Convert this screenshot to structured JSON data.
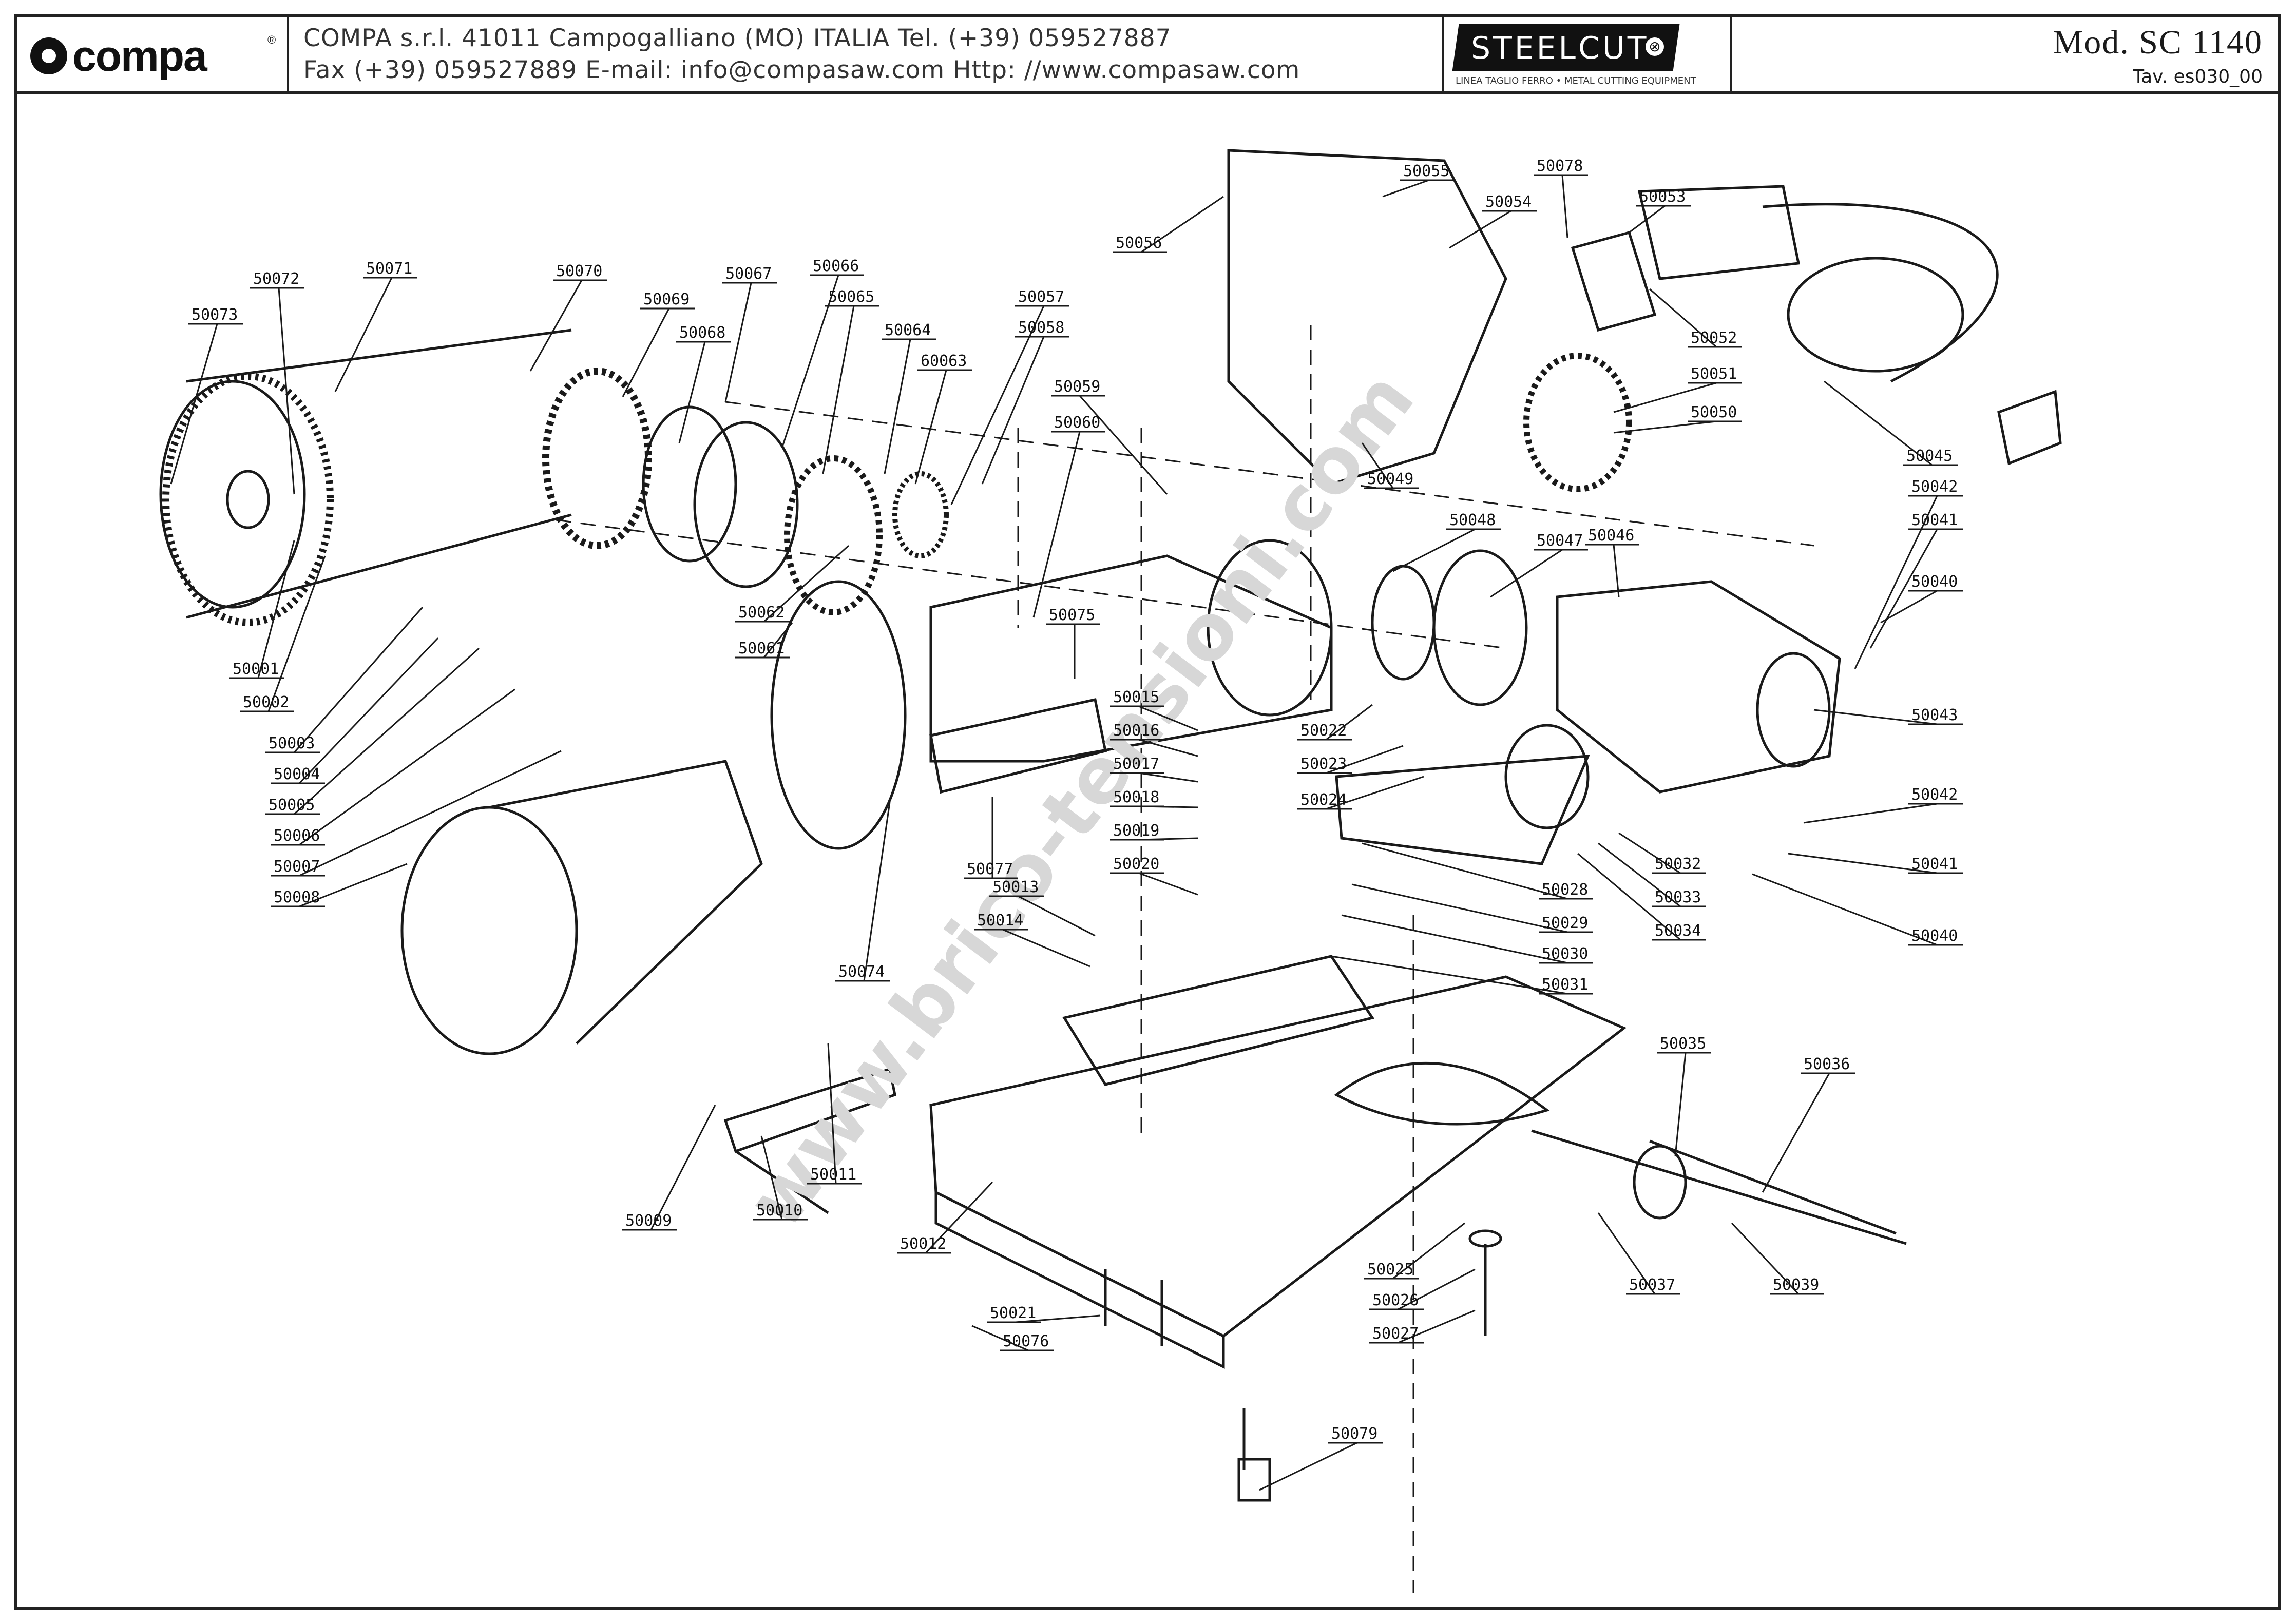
{
  "header": {
    "logo_text": "compa",
    "logo_registered": "®",
    "address_line1": "COMPA s.r.l. 41011 Campogalliano (MO) ITALIA Tel. (+39) 059527887",
    "address_line2": "Fax (+39) 059527889 E-mail: info@compasaw.com Http: //www.compasaw.com",
    "brand": "STEELCUT",
    "brand_tagline": "LINEA TAGLIO FERRO • METAL CUTTING EQUIPMENT",
    "model": "Mod. SC 1140",
    "table_ref": "Tav. es030_00"
  },
  "watermark": "www.brico-tensioni.com",
  "callouts": [
    {
      "id": "50001",
      "label": "50001"
    },
    {
      "id": "50002",
      "label": "50002"
    },
    {
      "id": "50003",
      "label": "50003"
    },
    {
      "id": "50004",
      "label": "50004"
    },
    {
      "id": "50005",
      "label": "50005"
    },
    {
      "id": "50006",
      "label": "50006"
    },
    {
      "id": "50007",
      "label": "50007"
    },
    {
      "id": "50008",
      "label": "50008"
    },
    {
      "id": "50009",
      "label": "50009"
    },
    {
      "id": "50010",
      "label": "50010"
    },
    {
      "id": "50011",
      "label": "50011"
    },
    {
      "id": "50012",
      "label": "50012"
    },
    {
      "id": "50013",
      "label": "50013"
    },
    {
      "id": "50014",
      "label": "50014"
    },
    {
      "id": "50015",
      "label": "50015"
    },
    {
      "id": "50016",
      "label": "50016"
    },
    {
      "id": "50017",
      "label": "50017"
    },
    {
      "id": "50018",
      "label": "50018"
    },
    {
      "id": "50019",
      "label": "50019"
    },
    {
      "id": "50020",
      "label": "50020"
    },
    {
      "id": "50021",
      "label": "50021"
    },
    {
      "id": "50022",
      "label": "50022"
    },
    {
      "id": "50023",
      "label": "50023"
    },
    {
      "id": "50024",
      "label": "50024"
    },
    {
      "id": "50025",
      "label": "50025"
    },
    {
      "id": "50026",
      "label": "50026"
    },
    {
      "id": "50027",
      "label": "50027"
    },
    {
      "id": "50028",
      "label": "50028"
    },
    {
      "id": "50029",
      "label": "50029"
    },
    {
      "id": "50030",
      "label": "50030"
    },
    {
      "id": "50031",
      "label": "50031"
    },
    {
      "id": "50032",
      "label": "50032"
    },
    {
      "id": "50033",
      "label": "50033"
    },
    {
      "id": "50034",
      "label": "50034"
    },
    {
      "id": "50035",
      "label": "50035"
    },
    {
      "id": "50036",
      "label": "50036"
    },
    {
      "id": "50037",
      "label": "50037"
    },
    {
      "id": "50039",
      "label": "50039"
    },
    {
      "id": "50040a",
      "label": "50040"
    },
    {
      "id": "50041a",
      "label": "50041"
    },
    {
      "id": "50042a",
      "label": "50042"
    },
    {
      "id": "50043",
      "label": "50043"
    },
    {
      "id": "50040b",
      "label": "50040"
    },
    {
      "id": "50041b",
      "label": "50041"
    },
    {
      "id": "50042b",
      "label": "50042"
    },
    {
      "id": "50045",
      "label": "50045"
    },
    {
      "id": "50046",
      "label": "50046"
    },
    {
      "id": "50047",
      "label": "50047"
    },
    {
      "id": "50048",
      "label": "50048"
    },
    {
      "id": "50049",
      "label": "50049"
    },
    {
      "id": "50050",
      "label": "50050"
    },
    {
      "id": "50051",
      "label": "50051"
    },
    {
      "id": "50052",
      "label": "50052"
    },
    {
      "id": "50053",
      "label": "50053"
    },
    {
      "id": "50054",
      "label": "50054"
    },
    {
      "id": "50055",
      "label": "50055"
    },
    {
      "id": "50056",
      "label": "50056"
    },
    {
      "id": "50057",
      "label": "50057"
    },
    {
      "id": "50058",
      "label": "50058"
    },
    {
      "id": "50059",
      "label": "50059"
    },
    {
      "id": "50060",
      "label": "50060"
    },
    {
      "id": "50061",
      "label": "50061"
    },
    {
      "id": "50062",
      "label": "50062"
    },
    {
      "id": "50063",
      "label": "60063"
    },
    {
      "id": "50064",
      "label": "50064"
    },
    {
      "id": "50065",
      "label": "50065"
    },
    {
      "id": "50066",
      "label": "50066"
    },
    {
      "id": "50067",
      "label": "50067"
    },
    {
      "id": "50068",
      "label": "50068"
    },
    {
      "id": "50069",
      "label": "50069"
    },
    {
      "id": "50070",
      "label": "50070"
    },
    {
      "id": "50071",
      "label": "50071"
    },
    {
      "id": "50072",
      "label": "50072"
    },
    {
      "id": "50073",
      "label": "50073"
    },
    {
      "id": "50074",
      "label": "50074"
    },
    {
      "id": "50075",
      "label": "50075"
    },
    {
      "id": "50076",
      "label": "50076"
    },
    {
      "id": "50077",
      "label": "50077"
    },
    {
      "id": "50078",
      "label": "50078"
    },
    {
      "id": "50079",
      "label": "50079"
    }
  ]
}
